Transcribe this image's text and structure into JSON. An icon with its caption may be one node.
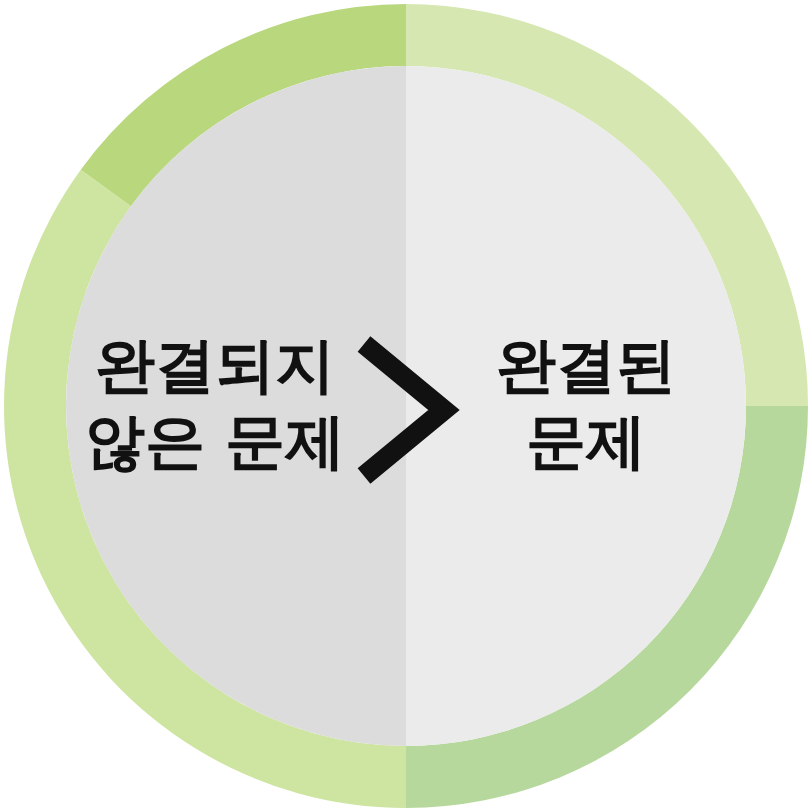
{
  "diagram": {
    "nodes": [
      {
        "text": [
          "완결되지 않은 문제"
        ]
      },
      {
        "text": [
          "완결된 문제"
        ]
      }
    ],
    "edges": [
      {
        "from": 0,
        "to": 1,
        "arrow": "to"
      }
    ]
  }
}
